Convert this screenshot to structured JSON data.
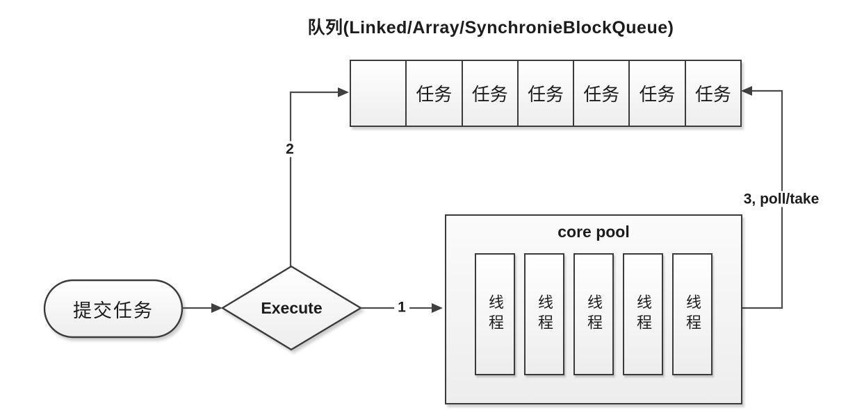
{
  "diagram": {
    "title": "队列(Linked/Array/SynchronieBlockQueue)",
    "queue": {
      "cells": [
        "",
        "任务",
        "任务",
        "任务",
        "任务",
        "任务",
        "任务"
      ]
    },
    "submit_node": {
      "label": "提交任务"
    },
    "decision_node": {
      "label": "Execute"
    },
    "core_pool": {
      "title": "core pool",
      "threads": [
        "线程",
        "线程",
        "线程",
        "线程",
        "线程"
      ]
    },
    "edge_labels": {
      "step1": "1",
      "step2": "2",
      "step3": "3, poll/take"
    },
    "colors": {
      "border": "#3a3a3a",
      "line": "#4a4a4a",
      "text": "#1c1c1c",
      "fill_top": "#ffffff",
      "fill_bottom": "#ededed"
    }
  }
}
